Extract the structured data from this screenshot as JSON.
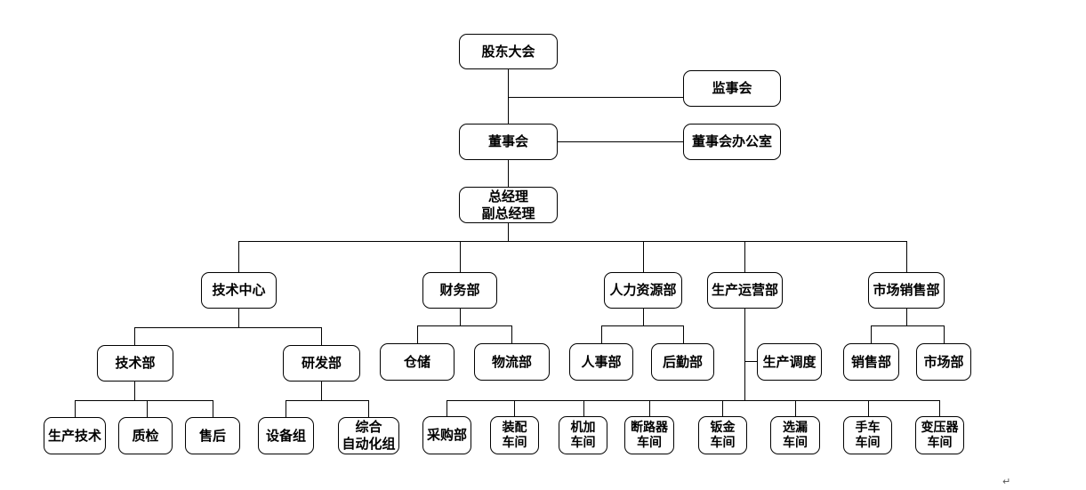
{
  "org": {
    "shareholders": "股东大会",
    "supervisors": "监事会",
    "board": "董事会",
    "board_office": "董事会办公室",
    "gm_line1": "总经理",
    "gm_line2": "副总经理",
    "tech_center": "技术中心",
    "finance": "财务部",
    "hr": "人力资源部",
    "production": "生产运营部",
    "marketing": "市场销售部",
    "tech_dept": "技术部",
    "rnd": "研发部",
    "storage": "仓储",
    "logistics": "物流部",
    "personnel": "人事部",
    "logistics_support": "后勤部",
    "dispatch": "生产调度",
    "sales": "销售部",
    "market": "市场部",
    "prod_tech": "生产技术",
    "qc": "质检",
    "after_sales": "售后",
    "equipment": "设备组",
    "automation_line1": "综合",
    "automation_line2": "自动化组",
    "purchasing": "采购部",
    "assembly_line1": "装配",
    "assembly_line2": "车间",
    "machining_line1": "机加",
    "machining_line2": "车间",
    "breaker_line1": "断路器",
    "breaker_line2": "车间",
    "sheetmetal_line1": "钣金",
    "sheetmetal_line2": "车间",
    "sorting_line1": "选漏",
    "sorting_line2": "车间",
    "handcart_line1": "手车",
    "handcart_line2": "车间",
    "transformer_line1": "变压器",
    "transformer_line2": "车间"
  },
  "paragraph_mark": "↵"
}
